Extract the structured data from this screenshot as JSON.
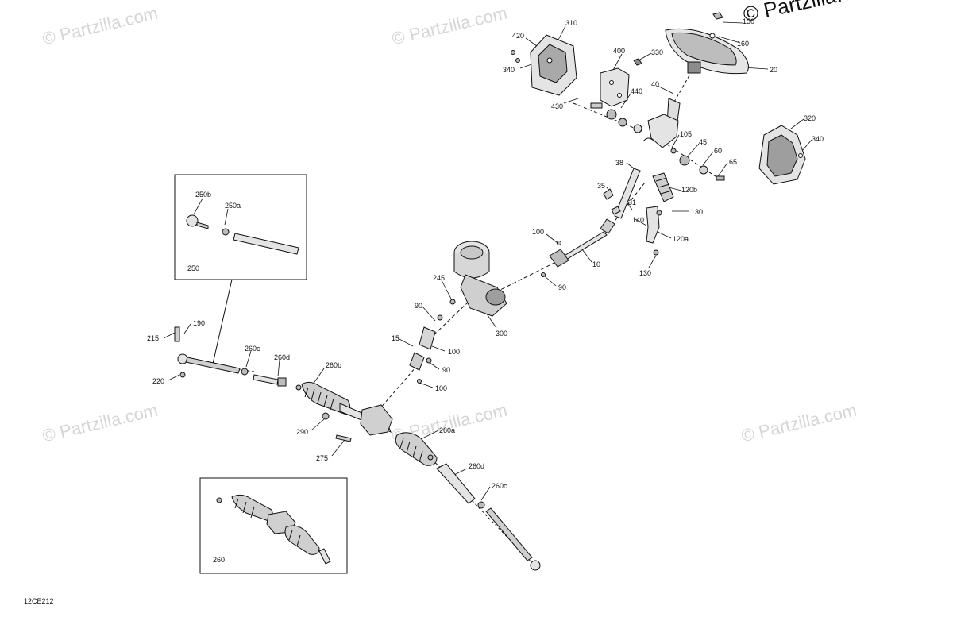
{
  "brand": "© Partzilla.com",
  "watermark": "© Partzilla.com",
  "diagram_code": "12CE212",
  "colors": {
    "line": "#111111",
    "part_fill": "#e4e4e4",
    "part_dark": "#8c8c8c",
    "watermark": "#d6d6d6"
  },
  "callouts": {
    "c310": "310",
    "c420": "420",
    "c340a": "340",
    "c430": "430",
    "c400": "400",
    "c330": "330",
    "c440": "440",
    "c150": "150",
    "c160": "160",
    "c20": "20",
    "c40": "40",
    "c105": "105",
    "c45": "45",
    "c60": "60",
    "c65": "65",
    "c320": "320",
    "c340b": "340",
    "c38": "38",
    "c35": "35",
    "c31": "31",
    "c120b": "120b",
    "c130a": "130",
    "c140": "140",
    "c120a": "120a",
    "c130b": "130",
    "c100a": "100",
    "c10": "10",
    "c90a": "90",
    "c245": "245",
    "c300": "300",
    "c90b": "90",
    "c15": "15",
    "c100b": "100",
    "c90c": "90",
    "c100c": "100",
    "c215": "215",
    "c190": "190",
    "c260c_a": "260c",
    "c260d_a": "260d",
    "c260b": "260b",
    "c220": "220",
    "c290": "290",
    "c275": "275",
    "c260a": "260a",
    "c260d_b": "260d",
    "c260c_b": "260c",
    "c250b": "250b",
    "c250a": "250a",
    "c250": "250",
    "c260": "260"
  }
}
